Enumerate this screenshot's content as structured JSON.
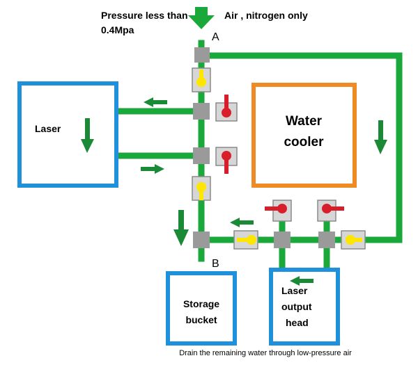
{
  "header": {
    "pressure_line1": "Pressure less than",
    "pressure_line2": "0.4Mpa",
    "gas_note": "Air , nitrogen only"
  },
  "points": {
    "a": "A",
    "b": "B"
  },
  "boxes": {
    "laser": "Laser",
    "cooler_line1": "Water",
    "cooler_line2": "cooler",
    "bucket_line1": "Storage",
    "bucket_line2": "bucket",
    "head_line1": "Laser",
    "head_line2": "output",
    "head_line3": "head"
  },
  "caption": "Drain the remaining water through low-pressure air",
  "colors": {
    "pipe": "#1aa83a",
    "arrow": "#1a8a36",
    "box_blue": "#1e90dc",
    "box_orange": "#f08a24",
    "valve_red": "#d81e2a",
    "valve_yellow": "#ffe600",
    "fitting_gray": "#9a9a9a"
  }
}
